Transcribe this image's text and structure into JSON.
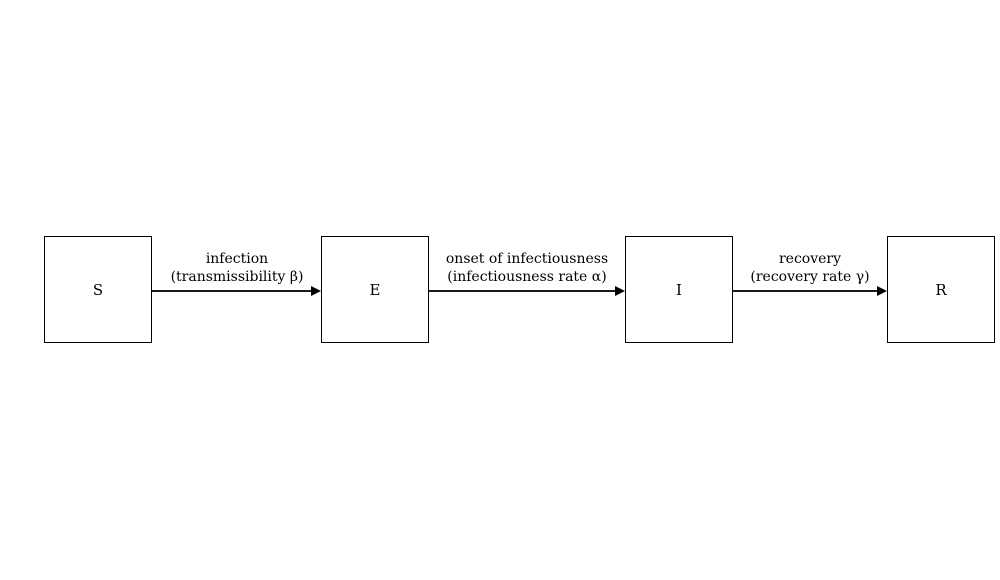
{
  "diagram": {
    "type": "flow-diagram",
    "model": "SEIR compartment model",
    "colors": {
      "background": "#ffffff",
      "node_border": "#000000",
      "edge": "#1a1a1a",
      "text": "#000000"
    },
    "nodes": [
      {
        "id": "S",
        "label": "S"
      },
      {
        "id": "E",
        "label": "E"
      },
      {
        "id": "I",
        "label": "I"
      },
      {
        "id": "R",
        "label": "R"
      }
    ],
    "edges": [
      {
        "from": "S",
        "to": "E",
        "label_line1": "infection",
        "label_line2": "(transmissibility β)"
      },
      {
        "from": "E",
        "to": "I",
        "label_line1": "onset of infectiousness",
        "label_line2": "(infectiousness rate α)"
      },
      {
        "from": "I",
        "to": "R",
        "label_line1": "recovery",
        "label_line2": "(recovery rate γ)"
      }
    ]
  }
}
